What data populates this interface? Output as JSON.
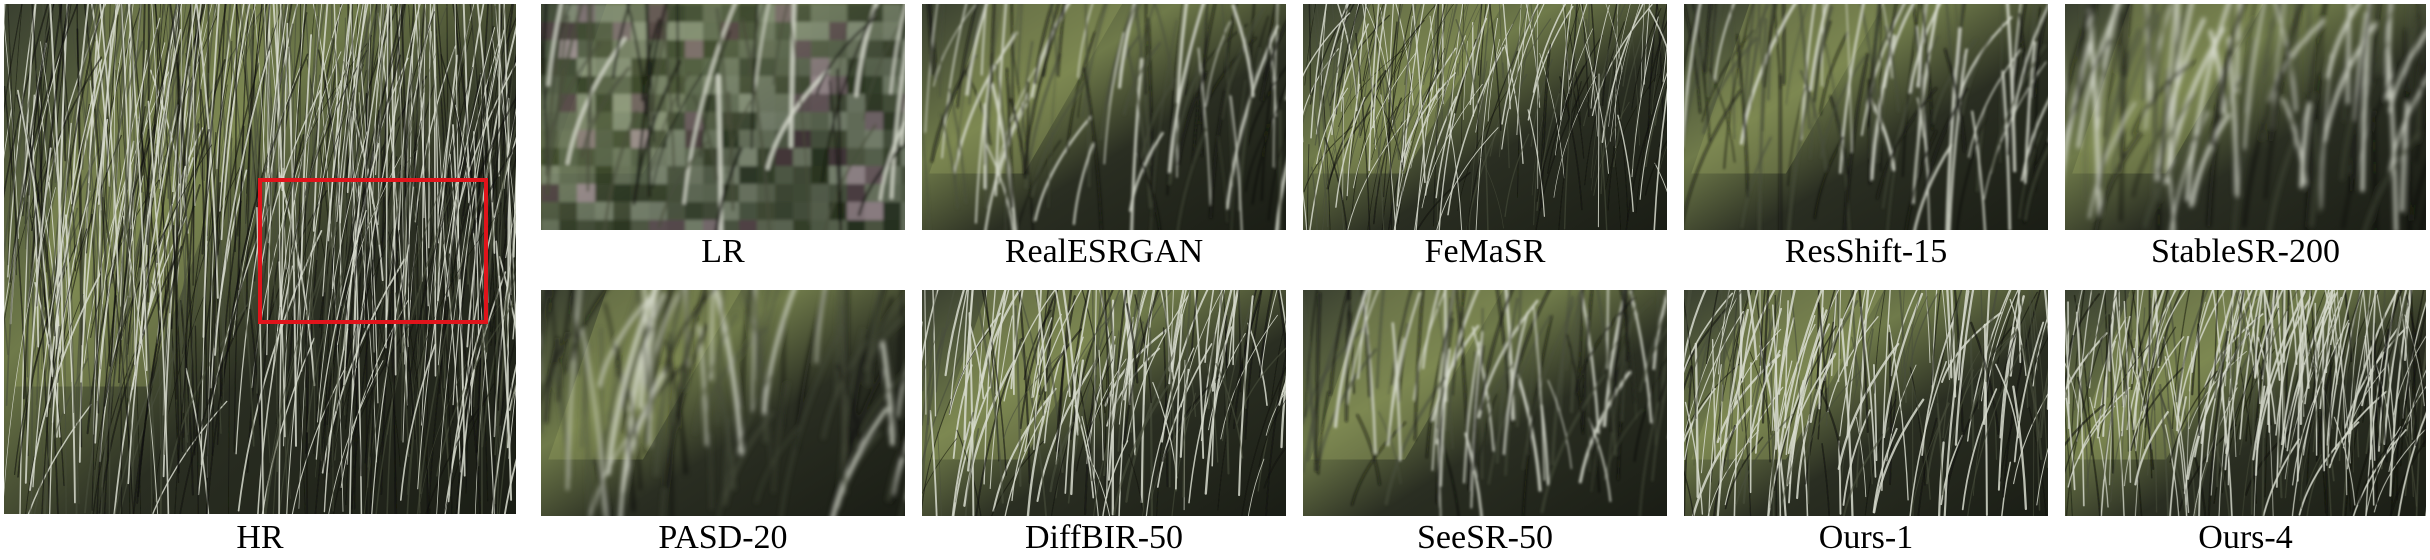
{
  "figure": {
    "main_panel": {
      "label": "HR"
    },
    "crop_panels": [
      {
        "label": "LR",
        "style": "pixelated"
      },
      {
        "label": "RealESRGAN",
        "style": "smooth"
      },
      {
        "label": "FeMaSR",
        "style": "fine"
      },
      {
        "label": "ResShift-15",
        "style": "smooth"
      },
      {
        "label": "StableSR-200",
        "style": "blurry"
      },
      {
        "label": "PASD-20",
        "style": "blurry"
      },
      {
        "label": "DiffBIR-50",
        "style": "sharp"
      },
      {
        "label": "SeeSR-50",
        "style": "smooth"
      },
      {
        "label": "Ours-1",
        "style": "sharp"
      },
      {
        "label": "Ours-4",
        "style": "dense"
      }
    ],
    "colors": {
      "highlight_box": "#e0141b",
      "fur_dark": "#1e2218",
      "fur_light": "#d8dccf",
      "background_green": "#8f9a5c"
    }
  }
}
